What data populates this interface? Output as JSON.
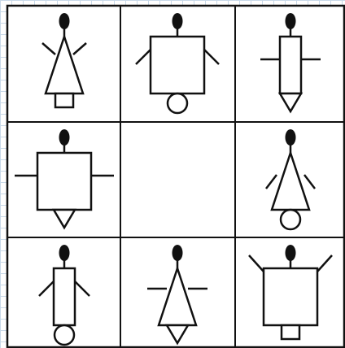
{
  "puzzle": {
    "rows": 3,
    "cols": 3,
    "colors": {
      "line": "#111111",
      "background": "#ffffff",
      "paper_grid": "#c9d9e8"
    },
    "cells": [
      {
        "row": 0,
        "col": 0,
        "body": "triangle",
        "arms": "raised",
        "foot": "square"
      },
      {
        "row": 0,
        "col": 1,
        "body": "square",
        "arms": "lowered",
        "foot": "circle"
      },
      {
        "row": 0,
        "col": 2,
        "body": "rectangle",
        "arms": "horizontal",
        "foot": "triangle"
      },
      {
        "row": 1,
        "col": 0,
        "body": "square",
        "arms": "horizontal",
        "foot": "triangle"
      },
      {
        "row": 1,
        "col": 1,
        "body": "missing",
        "arms": "none",
        "foot": "none"
      },
      {
        "row": 1,
        "col": 2,
        "body": "triangle",
        "arms": "lowered",
        "foot": "circle"
      },
      {
        "row": 2,
        "col": 0,
        "body": "rectangle",
        "arms": "lowered",
        "foot": "circle"
      },
      {
        "row": 2,
        "col": 1,
        "body": "triangle",
        "arms": "horizontal",
        "foot": "triangle"
      },
      {
        "row": 2,
        "col": 2,
        "body": "square",
        "arms": "raised",
        "foot": "square"
      }
    ]
  }
}
